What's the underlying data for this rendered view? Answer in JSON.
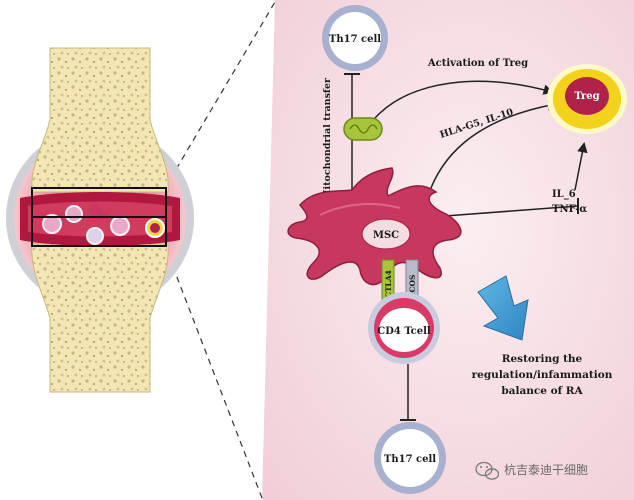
{
  "labels": {
    "th17_top": "Th17 cell",
    "th17_bottom": "Th17 cell",
    "treg": "Treg",
    "msc": "MSC",
    "cd4": "CD4 Tcell",
    "activation": "Activation of Treg",
    "hla": "HLA-G5, IL-10",
    "il6": "IL_6",
    "tnf": "TNF-α",
    "mito": "Mitochondrial transfer",
    "ctla": "CTLA4",
    "icos": "ICOS",
    "restore_line1": "Restoring the",
    "restore_line2": "regulation/infammation",
    "restore_line3": "balance of RA"
  },
  "watermark": {
    "text": "杭吉泰迪干细胞",
    "icon": "wechat-icon"
  },
  "colors": {
    "panel_bg": "#f6dde2",
    "msc": "#c8385e",
    "treg_ring": "#f2d21a",
    "treg_core": "#b0224a",
    "tcell_ring": "#9ea6c8",
    "tcell_core": "#d93a66",
    "mito": "#a7c43a",
    "arrow": "#4aa3d8",
    "bone": "#f2e6b4"
  }
}
